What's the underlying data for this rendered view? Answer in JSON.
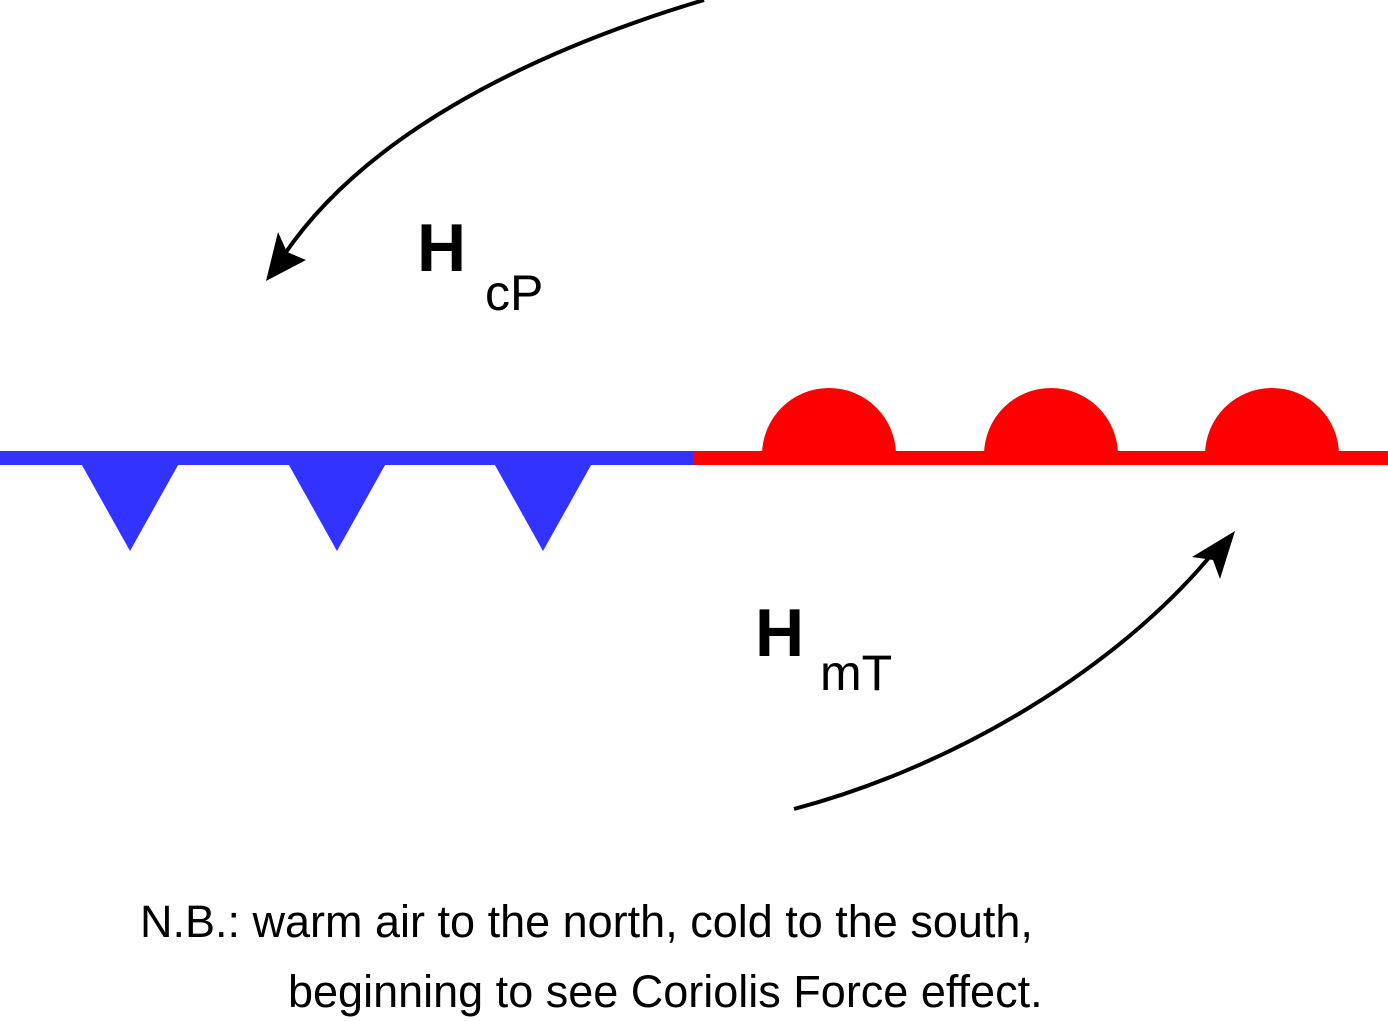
{
  "labels": {
    "high_top": {
      "letter": "H",
      "subscript": "cP"
    },
    "high_bottom": {
      "letter": "H",
      "subscript": "mT"
    }
  },
  "note": {
    "line1": "N.B.: warm air to the north, cold to the south,",
    "line2": "beginning to see Coriolis Force effect."
  },
  "colors": {
    "cold_front": "#3333ff",
    "warm_front": "#ff0000",
    "arrow": "#000000",
    "text": "#000000",
    "background": "#ffffff"
  }
}
